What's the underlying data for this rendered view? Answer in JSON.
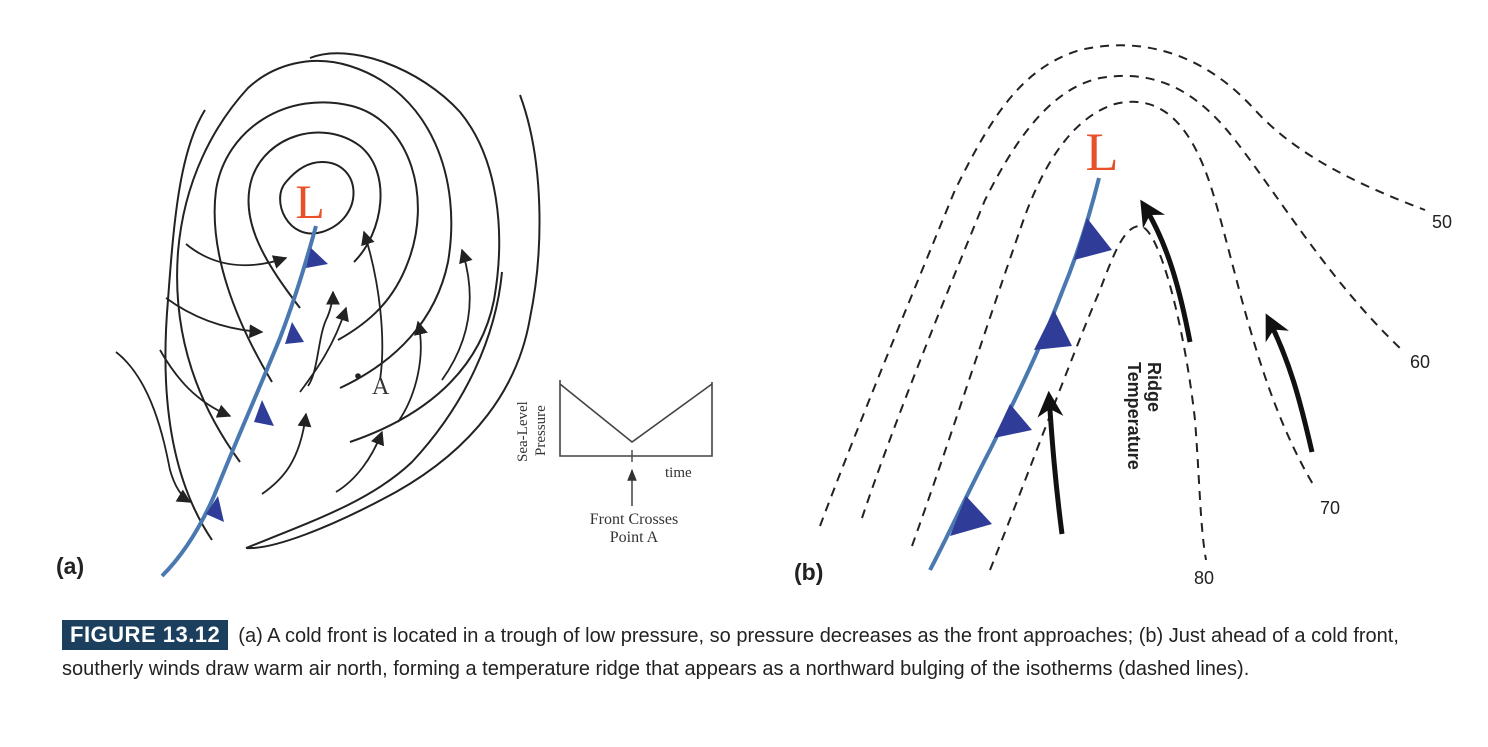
{
  "panel_a": {
    "label": "(a)",
    "low_symbol": "L",
    "point_label": "A",
    "inset": {
      "y_label_line1": "Sea-Level",
      "y_label_line2": "Pressure",
      "x_label": "time",
      "annotation_line1": "Front Crosses",
      "annotation_line2": "Point A"
    }
  },
  "panel_b": {
    "label": "(b)",
    "low_symbol": "L",
    "ridge_label_line1": "Temperature",
    "ridge_label_line2": "Ridge",
    "isotherms": [
      "50",
      "60",
      "70",
      "80"
    ]
  },
  "caption": {
    "figure_number": "FIGURE 13.12",
    "text": "(a) A cold front is located in a trough of low pressure, so pressure decreases as the front approaches; (b) Just ahead of a cold front, southerly winds draw warm air north, forming a temperature ridge that appears as a northward bulging of the  isotherms (dashed lines)."
  },
  "colors": {
    "low_symbol": "#e8502a",
    "front_line": "#4a78b0",
    "front_triangle": "#2f3d99",
    "caption_badge": "#1b3f5c"
  }
}
